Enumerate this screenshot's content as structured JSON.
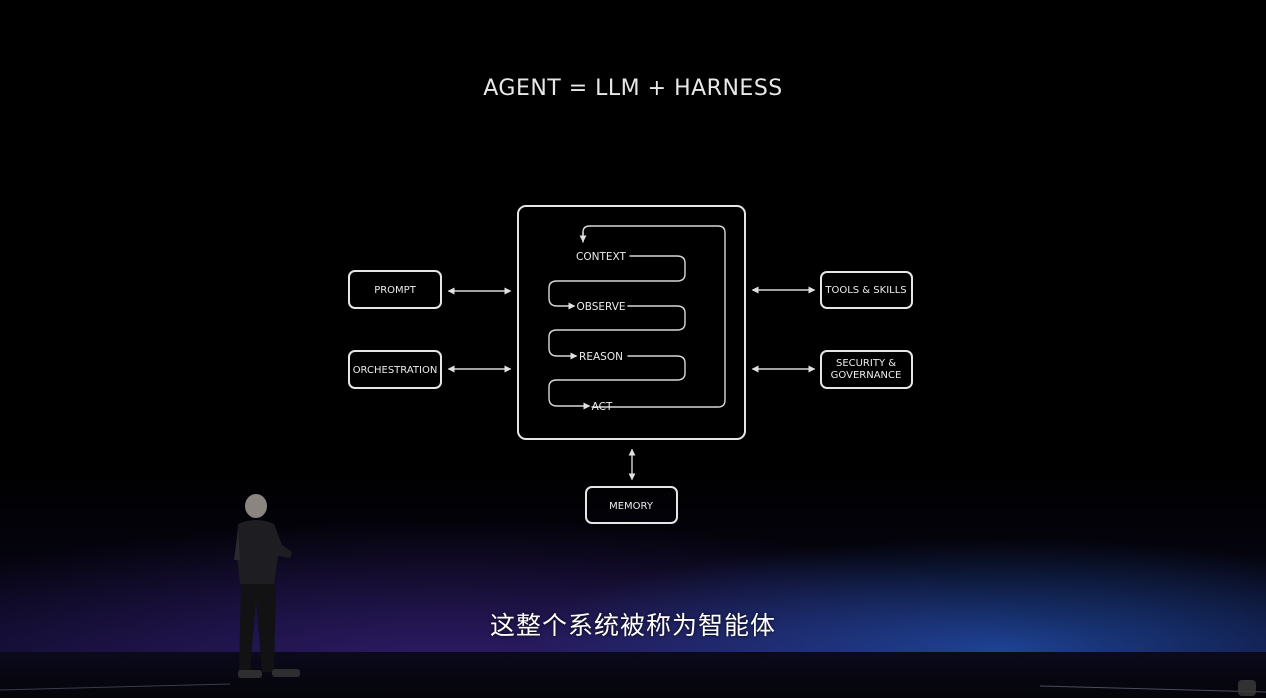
{
  "slide": {
    "title": "AGENT = LLM + HARNESS"
  },
  "diagram": {
    "loop_steps": [
      "CONTEXT",
      "OBSERVE",
      "REASON",
      "ACT"
    ],
    "left_boxes": [
      "PROMPT",
      "ORCHESTRATION"
    ],
    "right_boxes": [
      "TOOLS & SKILLS",
      "SECURITY &",
      "GOVERNANCE"
    ],
    "bottom_box": "MEMORY"
  },
  "subtitle": "这整个系统被称为智能体",
  "icons": {
    "corner": "screen-capture-icon"
  }
}
